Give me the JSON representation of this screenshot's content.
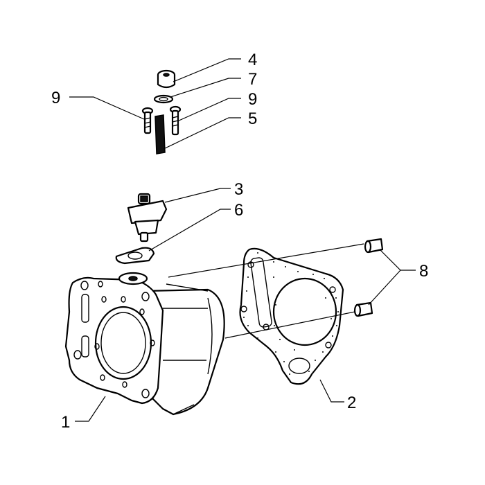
{
  "callouts": [
    {
      "id": "1",
      "text": "1"
    },
    {
      "id": "2",
      "text": "2"
    },
    {
      "id": "3",
      "text": "3"
    },
    {
      "id": "4",
      "text": "4"
    },
    {
      "id": "5",
      "text": "5"
    },
    {
      "id": "6",
      "text": "6"
    },
    {
      "id": "7",
      "text": "7"
    },
    {
      "id": "8",
      "text": "8"
    },
    {
      "id": "9a",
      "text": "9"
    },
    {
      "id": "9b",
      "text": "9"
    }
  ],
  "colors": {
    "line": "#000000",
    "background": "#ffffff"
  }
}
